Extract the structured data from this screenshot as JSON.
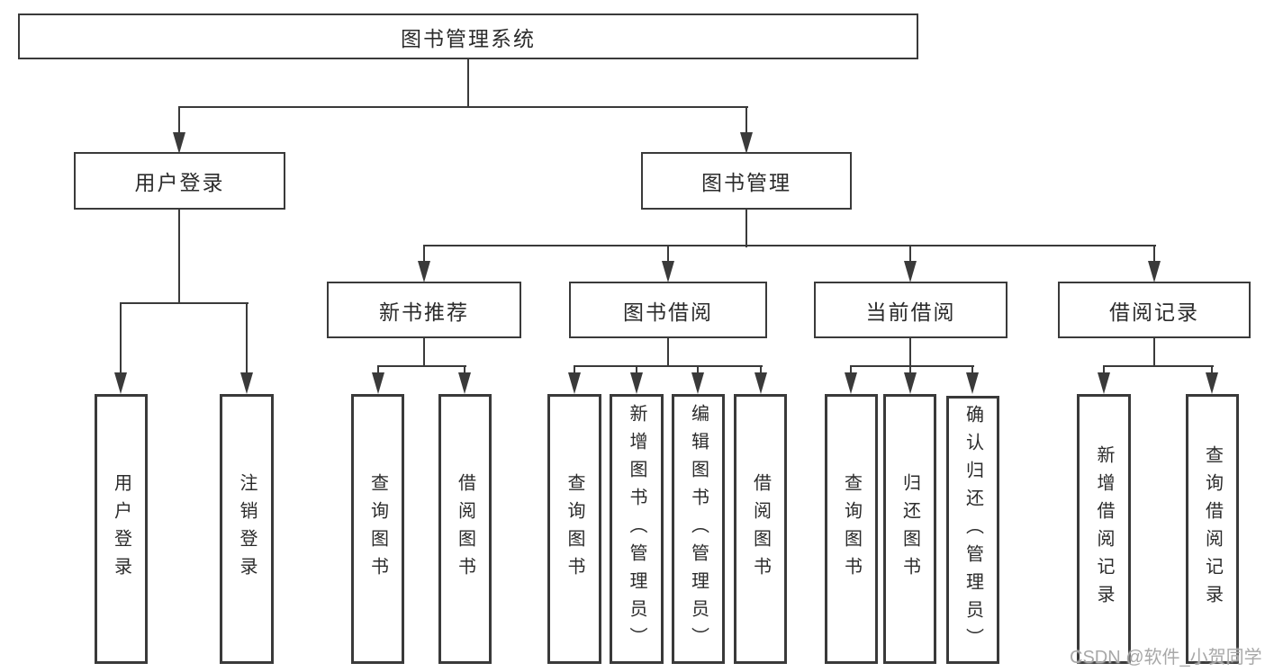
{
  "diagram": {
    "title": "图书管理系统",
    "level2": {
      "user_login": "用户登录",
      "book_mgmt": "图书管理"
    },
    "level3": {
      "new_books": "新书推荐",
      "book_borrow": "图书借阅",
      "current_borrow": "当前借阅",
      "borrow_records": "借阅记录"
    },
    "leaves": {
      "user_login": [
        "用户登录",
        "注销登录"
      ],
      "new_books": [
        "查询图书",
        "借阅图书"
      ],
      "book_borrow": [
        "查询图书",
        "新增图书（管理员）",
        "编辑图书（管理员）",
        "借阅图书"
      ],
      "current_borrow": [
        "查询图书",
        "归还图书",
        "确认归还（管理员）"
      ],
      "borrow_records": [
        "新增借阅记录",
        "查询借阅记录"
      ]
    }
  },
  "watermark": "CSDN @软件_小贺同学",
  "colors": {
    "line": "#3a3a3a",
    "text": "#2b2b2b",
    "watermark": "#a8a8a8",
    "background": "#ffffff"
  }
}
